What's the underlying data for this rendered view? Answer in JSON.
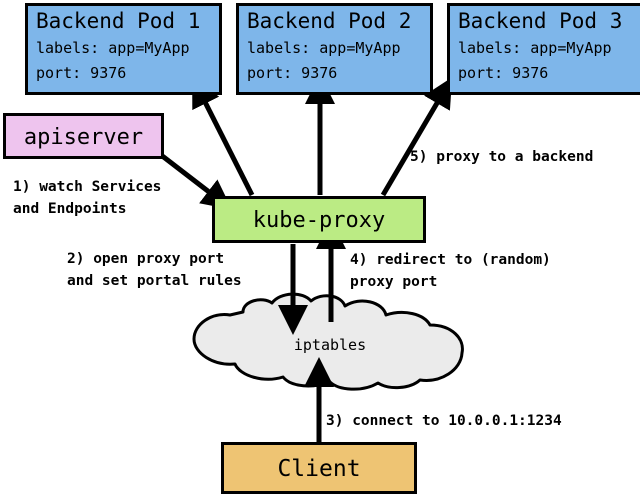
{
  "diagram": {
    "title": "kube-proxy service proxying flow",
    "colors": {
      "pod_fill": "#7eb6ea",
      "apiserver_fill": "#eec4ee",
      "kubeproxy_fill": "#bbeb84",
      "client_fill": "#eec473",
      "cloud_fill": "#ebebeb",
      "stroke": "#000000",
      "background": "#ffffff"
    },
    "pods": [
      {
        "title": "Backend Pod 1",
        "labels_line": "labels: app=MyApp",
        "port_line": "port: 9376"
      },
      {
        "title": "Backend Pod 2",
        "labels_line": "labels: app=MyApp",
        "port_line": "port: 9376"
      },
      {
        "title": "Backend Pod 3",
        "labels_line": "labels: app=MyApp",
        "port_line": "port: 9376"
      }
    ],
    "apiserver": {
      "label": "apiserver"
    },
    "kubeproxy": {
      "label": "kube-proxy"
    },
    "cloud": {
      "label": "iptables"
    },
    "client": {
      "label": "Client"
    },
    "steps": [
      {
        "n": "1",
        "text": "1) watch Services\nand Endpoints"
      },
      {
        "n": "2",
        "text": "2) open proxy port\nand set portal rules"
      },
      {
        "n": "3",
        "text": "3) connect to 10.0.0.1:1234"
      },
      {
        "n": "4",
        "text": "4) redirect to (random)\nproxy port"
      },
      {
        "n": "5",
        "text": "5) proxy to a backend"
      }
    ]
  }
}
